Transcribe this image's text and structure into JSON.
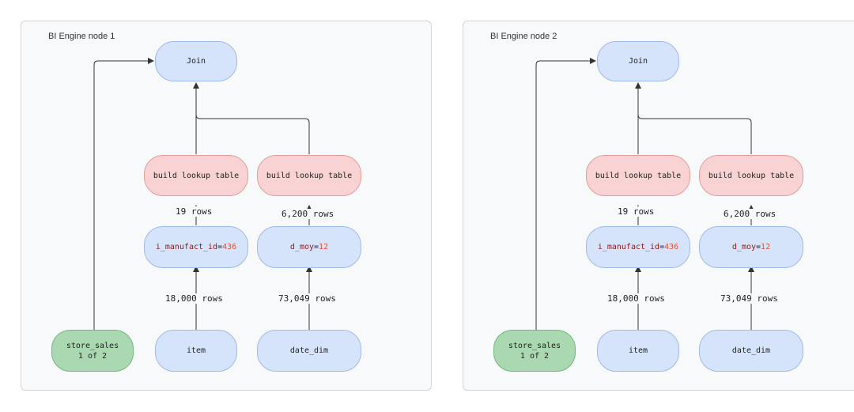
{
  "panels": [
    {
      "title": "BI Engine node 1",
      "nodes": {
        "join": "Join",
        "lookup_left": "build lookup table",
        "lookup_right": "build lookup table",
        "filter_left": {
          "field": "i_manufact_id",
          "op": " = ",
          "value": "436"
        },
        "filter_right": {
          "field": "d_moy",
          "op": "=",
          "value": "12"
        },
        "store_sales": "store_sales\n1 of 2",
        "item": "item",
        "date_dim": "date_dim"
      },
      "edges": {
        "lookup_left_rows": "19 rows",
        "lookup_right_rows": "6,200 rows",
        "item_rows": "18,000 rows",
        "date_rows": "73,049 rows"
      }
    },
    {
      "title": "BI Engine node 2",
      "nodes": {
        "join": "Join",
        "lookup_left": "build lookup table",
        "lookup_right": "build lookup table",
        "filter_left": {
          "field": "i_manufact_id",
          "op": " = ",
          "value": "436"
        },
        "filter_right": {
          "field": "d_moy",
          "op": "=",
          "value": "12"
        },
        "store_sales": "store_sales\n1 of 2",
        "item": "item",
        "date_dim": "date_dim"
      },
      "edges": {
        "lookup_left_rows": "19 rows",
        "lookup_right_rows": "6,200 rows",
        "item_rows": "18,000 rows",
        "date_rows": "73,049 rows"
      }
    }
  ],
  "colors": {
    "source_node": "#aad8b0",
    "process_node": "#d6e4fb",
    "lookup_node": "#f9d3d3",
    "numeric_literal": "#e0503a",
    "field_name": "#8b1a1a"
  }
}
